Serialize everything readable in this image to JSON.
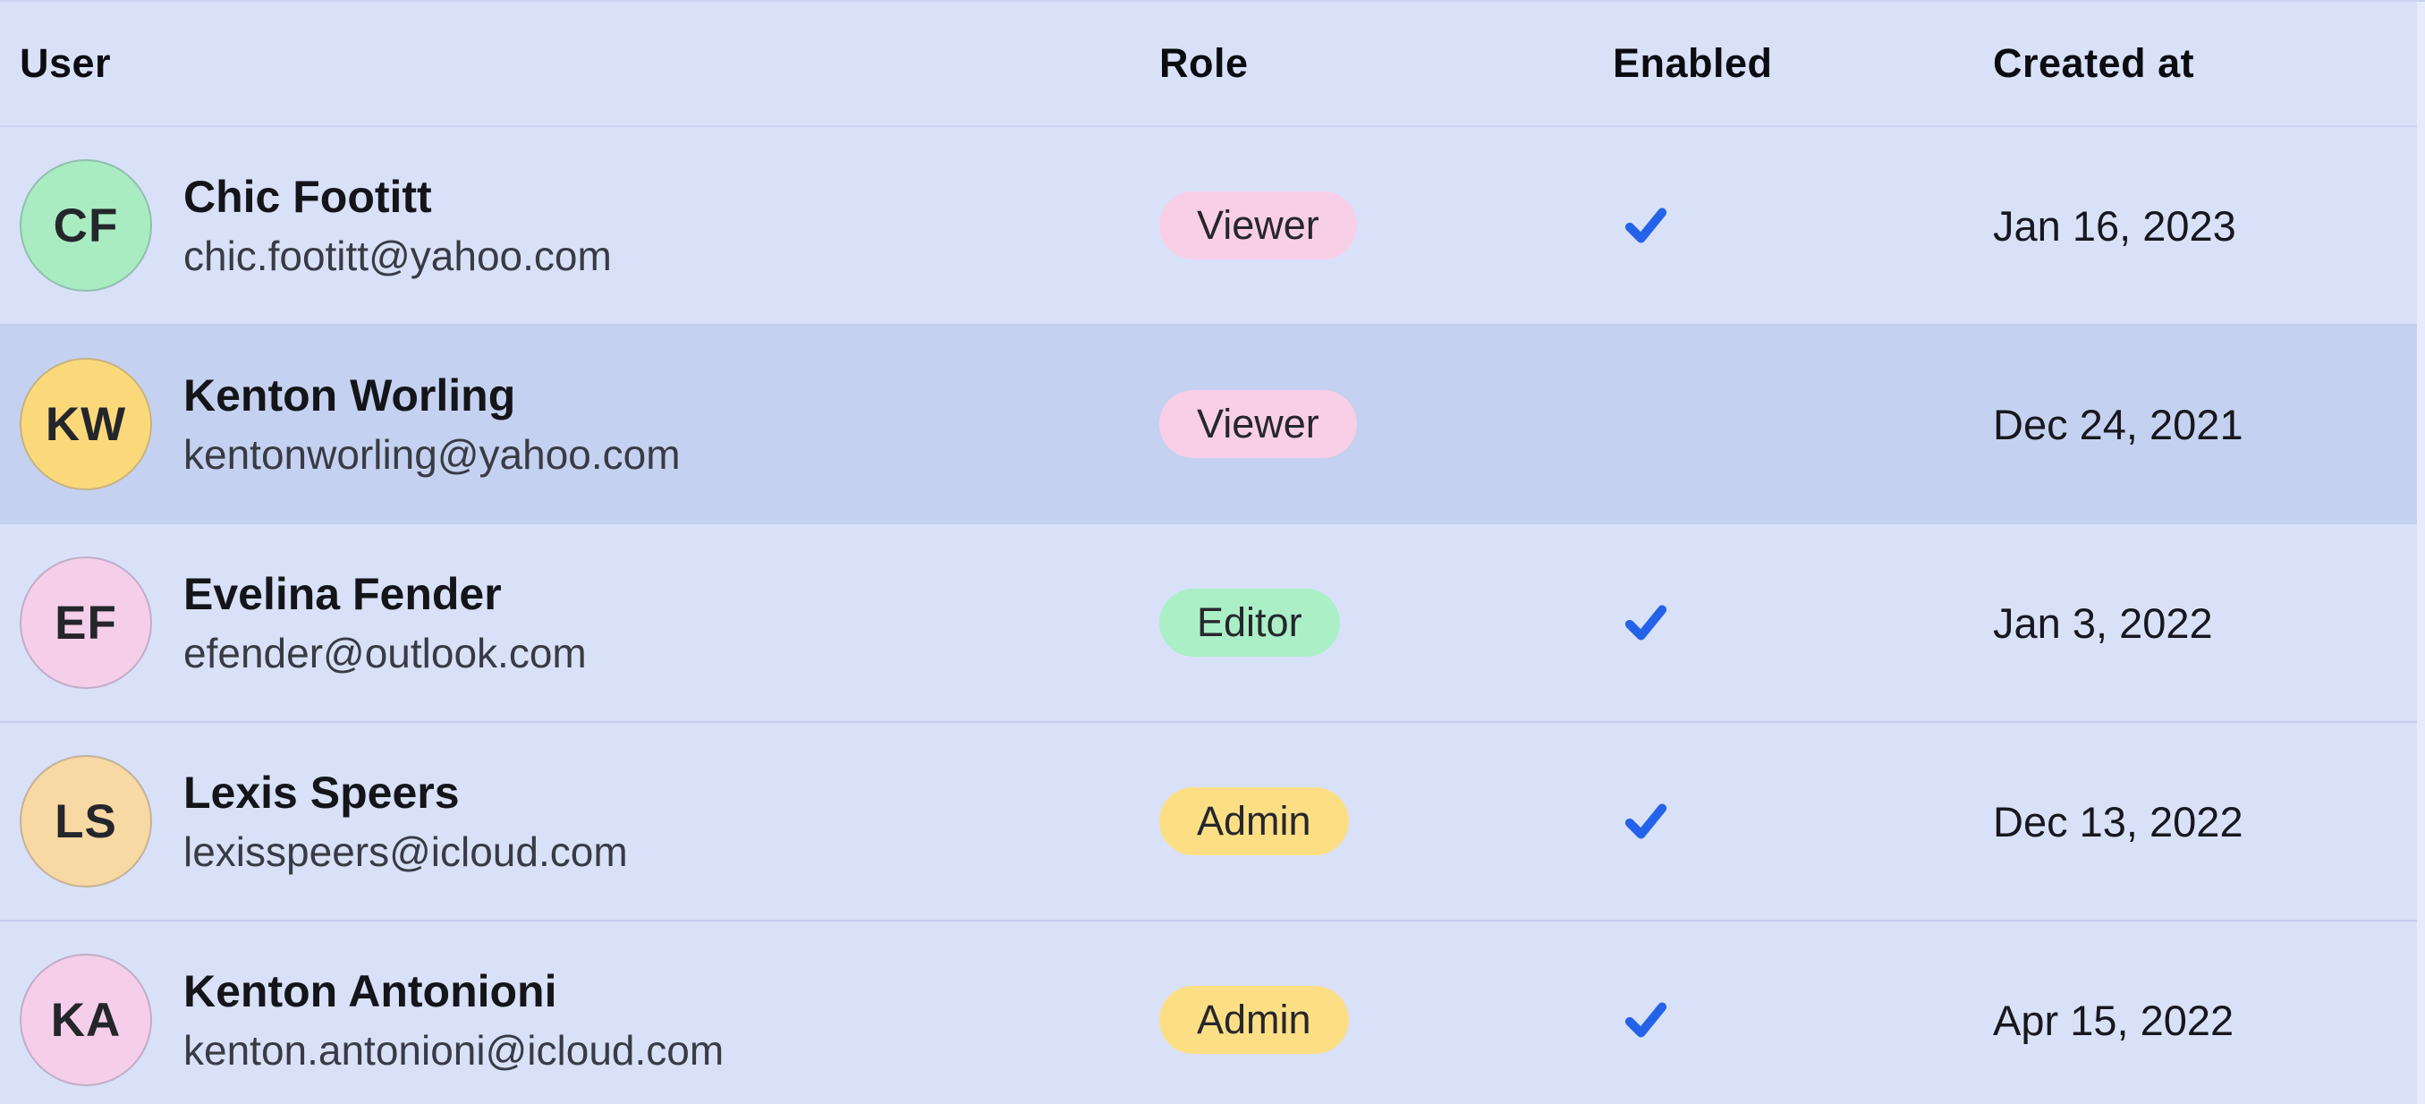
{
  "table": {
    "columns": [
      {
        "label": "User"
      },
      {
        "label": "Role"
      },
      {
        "label": "Enabled"
      },
      {
        "label": "Created at"
      }
    ],
    "rows": [
      {
        "initials": "CF",
        "name": "Chic Footitt",
        "email": "chic.footitt@yahoo.com",
        "role": "Viewer",
        "enabled": true,
        "created_at": "Jan 16, 2023",
        "selected": false,
        "avatar_bg": "#a9ecc2",
        "badge_bg": "#f8cfe7"
      },
      {
        "initials": "KW",
        "name": "Kenton Worling",
        "email": "kentonworling@yahoo.com",
        "role": "Viewer",
        "enabled": false,
        "created_at": "Dec 24, 2021",
        "selected": true,
        "avatar_bg": "#fbd97b",
        "badge_bg": "#f8cfe7"
      },
      {
        "initials": "EF",
        "name": "Evelina Fender",
        "email": "efender@outlook.com",
        "role": "Editor",
        "enabled": true,
        "created_at": "Jan 3, 2022",
        "selected": false,
        "avatar_bg": "#f5cfe9",
        "badge_bg": "#abefc7"
      },
      {
        "initials": "LS",
        "name": "Lexis Speers",
        "email": "lexisspeers@icloud.com",
        "role": "Admin",
        "enabled": true,
        "created_at": "Dec 13, 2022",
        "selected": false,
        "avatar_bg": "#f8d8a3",
        "badge_bg": "#fcdf85"
      },
      {
        "initials": "KA",
        "name": "Kenton Antonioni",
        "email": "kenton.antonioni@icloud.com",
        "role": "Admin",
        "enabled": true,
        "created_at": "Apr 15, 2022",
        "selected": false,
        "avatar_bg": "#f5cfe9",
        "badge_bg": "#fcdf85"
      }
    ]
  },
  "icons": {
    "enabled_check": "check-icon"
  },
  "colors": {
    "row-bg": "#d9e1f9",
    "row-selected-bg": "#c5d1f0",
    "divider": "#c9d3ee",
    "header-text": "#0b0c10",
    "name-text": "#141519",
    "email-text": "#383b43",
    "date-text": "#17181d",
    "badge-text": "#26272c",
    "check-blue": "#2463e9",
    "track-bg": "#e7ecfb"
  }
}
